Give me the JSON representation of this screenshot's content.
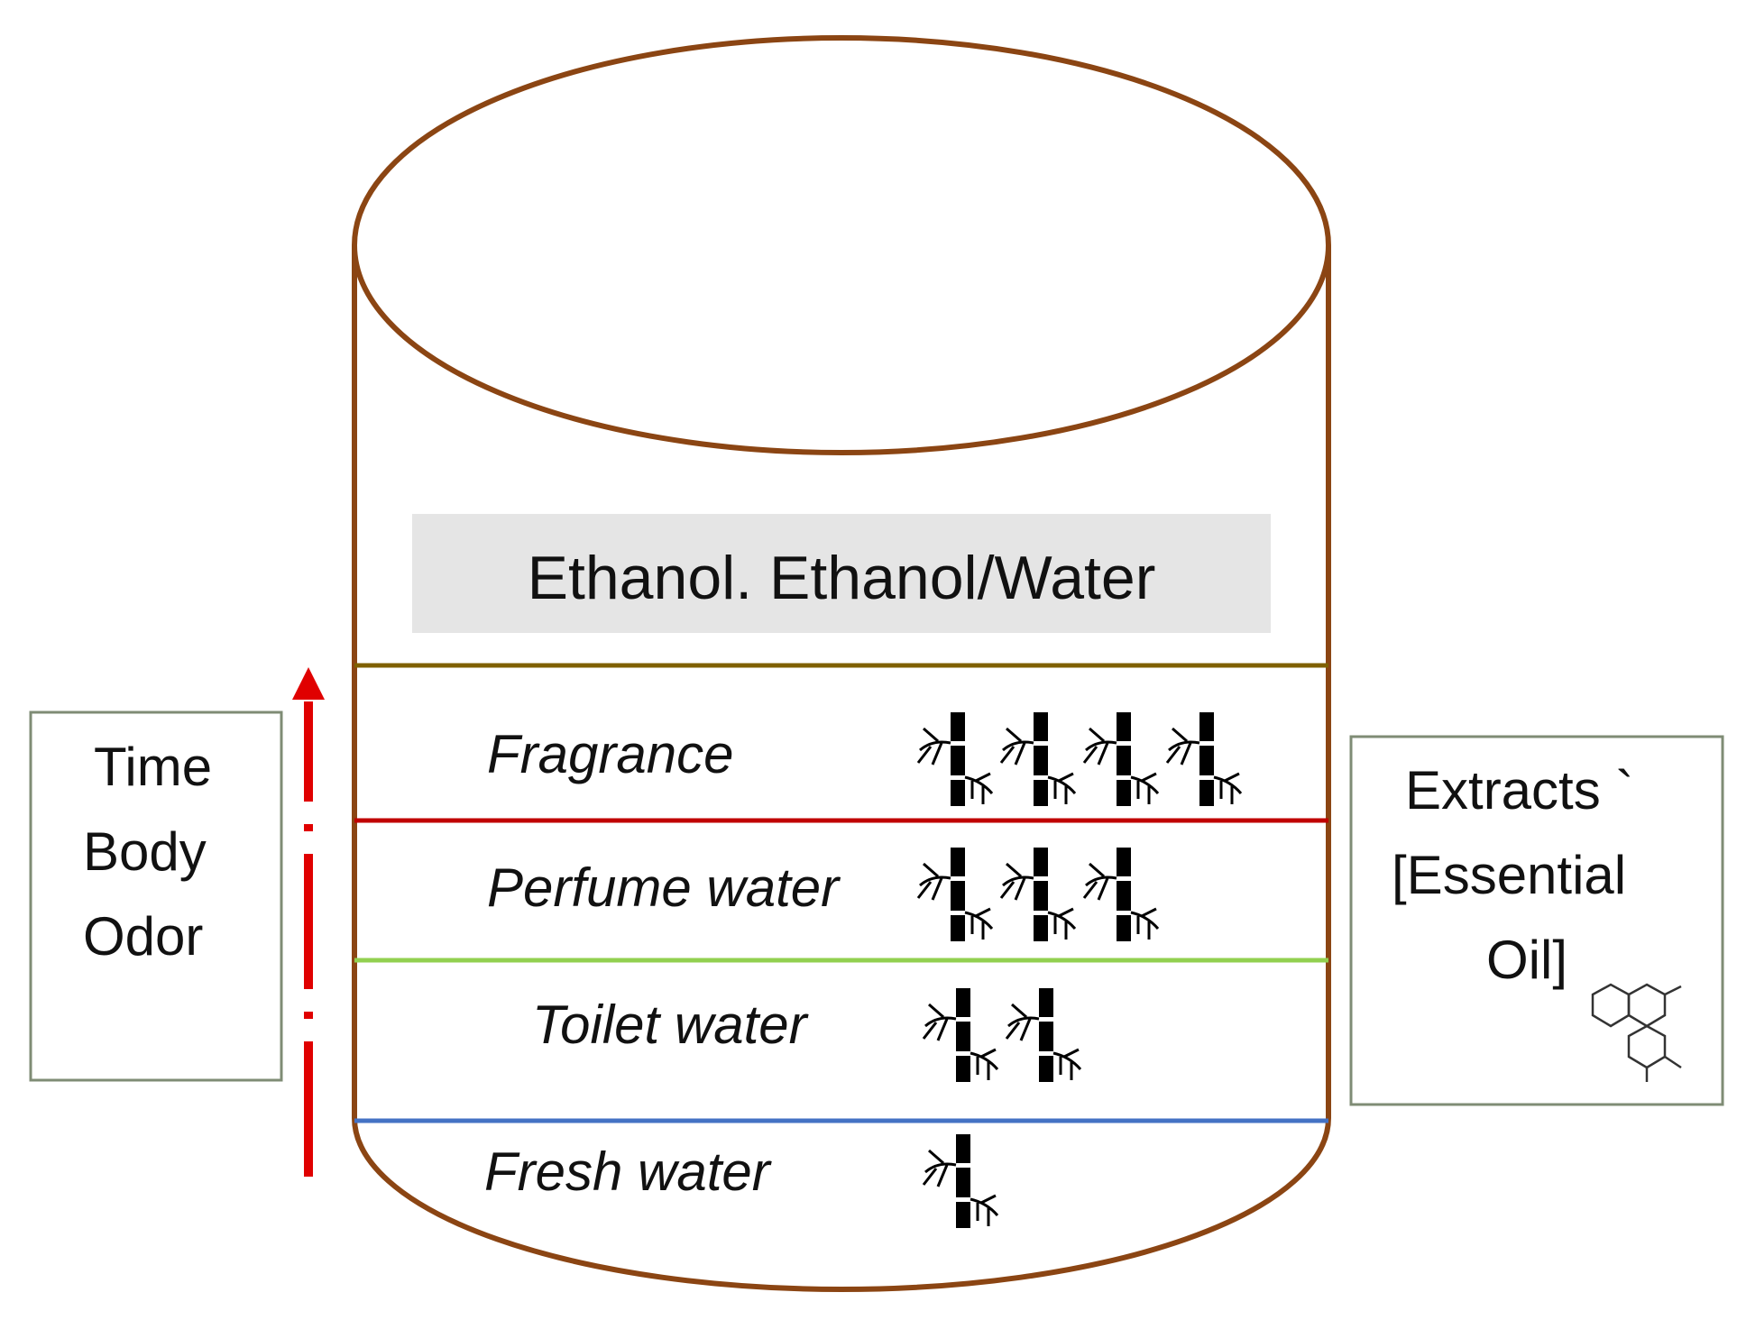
{
  "solvent_label": "Ethanol. Ethanol/Water",
  "layers": [
    {
      "name": "Fragrance",
      "icon_count": 4,
      "line_color": "#c00000"
    },
    {
      "name": "Perfume water",
      "icon_count": 3,
      "line_color": "#92d050"
    },
    {
      "name": "Toilet water",
      "icon_count": 2,
      "line_color": "#4472c4"
    },
    {
      "name": "Fresh water",
      "icon_count": 1,
      "line_color": null
    }
  ],
  "left_box": {
    "lines": [
      "Time",
      "Body",
      "Odor"
    ]
  },
  "right_box": {
    "lines": [
      "Extracts `",
      "[Essential",
      "Oil]"
    ]
  },
  "top_divider_color": "#7f6000",
  "cylinder_color": "#8b4513",
  "arrow_color": "#e00000",
  "icons": {
    "plant": "bamboo-icon",
    "molecule": "hexagon-molecule-icon"
  }
}
